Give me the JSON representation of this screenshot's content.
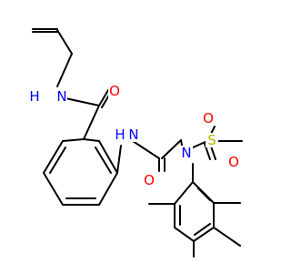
{
  "structure": {
    "atom_labels": {
      "amide_n1": "N",
      "amide_h1": "H",
      "amide_o1": "O",
      "amide_n2": "N",
      "amide_h2": "H",
      "amide_o2": "O",
      "sulfonamide_n": "N",
      "sulfur": "S",
      "sulfonyl_o_top": "O",
      "sulfonyl_o_bottom": "O"
    }
  },
  "colors": {
    "nitrogen": "#0000ff",
    "oxygen": "#ff0000",
    "sulfur": "#b5b500",
    "bond": "#000000",
    "background": "#ffffff"
  }
}
